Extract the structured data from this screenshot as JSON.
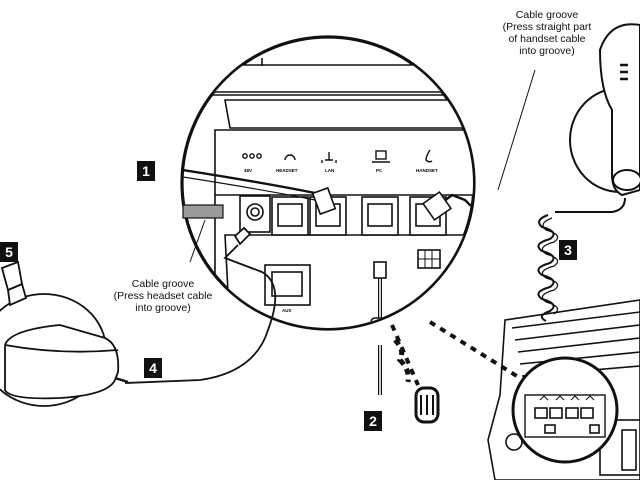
{
  "callouts": {
    "groove_top": "Cable groove\n(Press straight part\nof handset cable\ninto groove)",
    "groove_left": "Cable groove\n(Press headset cable\ninto groove)"
  },
  "steps": [
    "1",
    "2",
    "3",
    "4",
    "5"
  ],
  "ports": {
    "power": "48V",
    "headset": "HEADSET",
    "lan": "LAN",
    "pc": "PC",
    "handset": "HANDSET",
    "aux": "AUX"
  },
  "colors": {
    "line": "#111111",
    "fill": "#ffffff",
    "shade": "#9a9a9a"
  }
}
